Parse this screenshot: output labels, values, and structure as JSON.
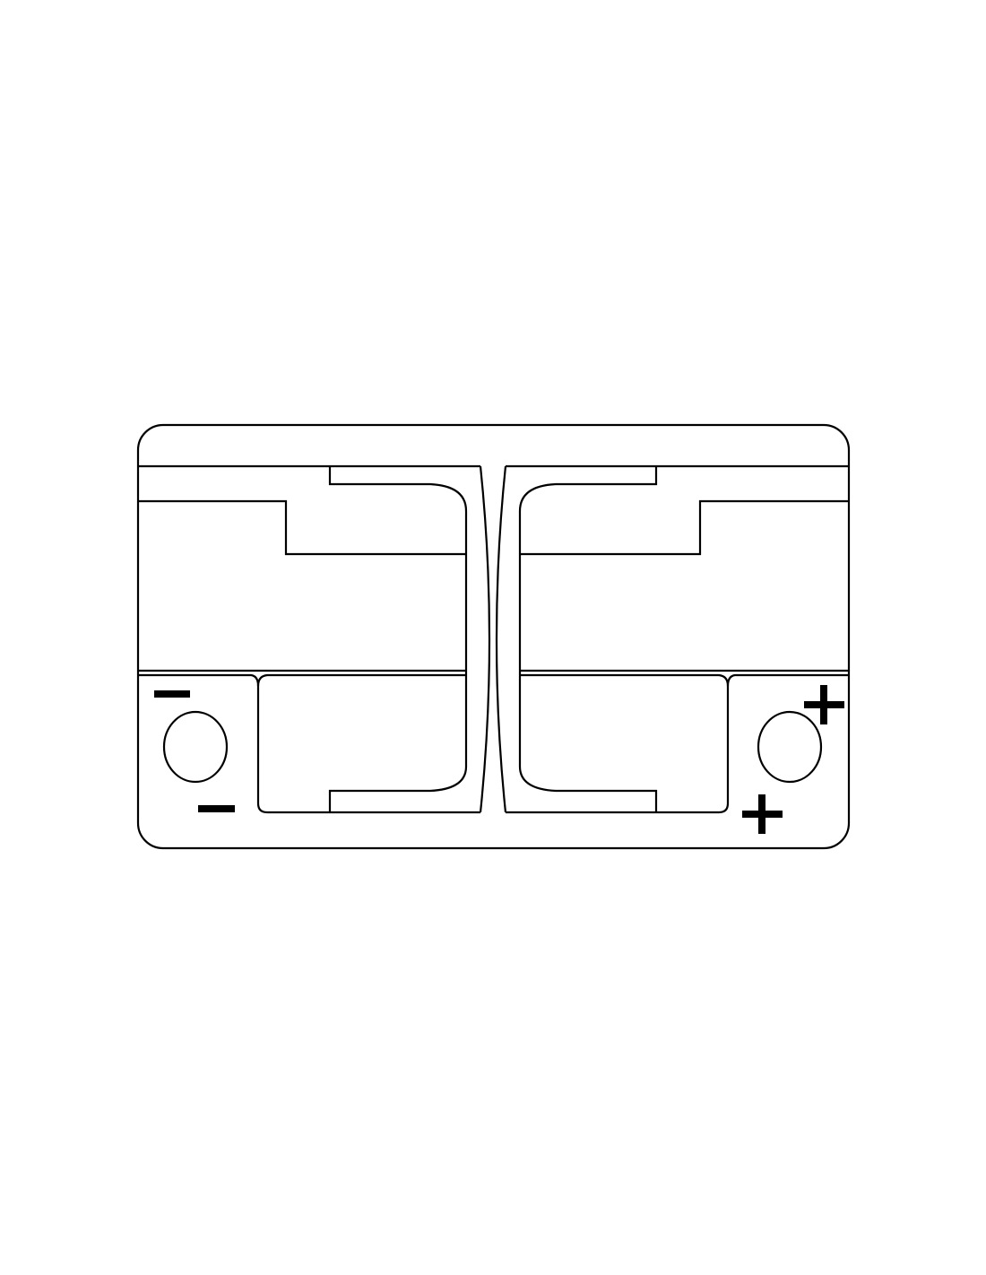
{
  "diagram": {
    "subject": "battery-top-view",
    "stroke_color": "#000000",
    "background_color": "#ffffff",
    "terminals": [
      {
        "polarity": "negative",
        "side": "left",
        "marker_count": 2
      },
      {
        "polarity": "positive",
        "side": "right",
        "marker_count": 2
      }
    ]
  }
}
